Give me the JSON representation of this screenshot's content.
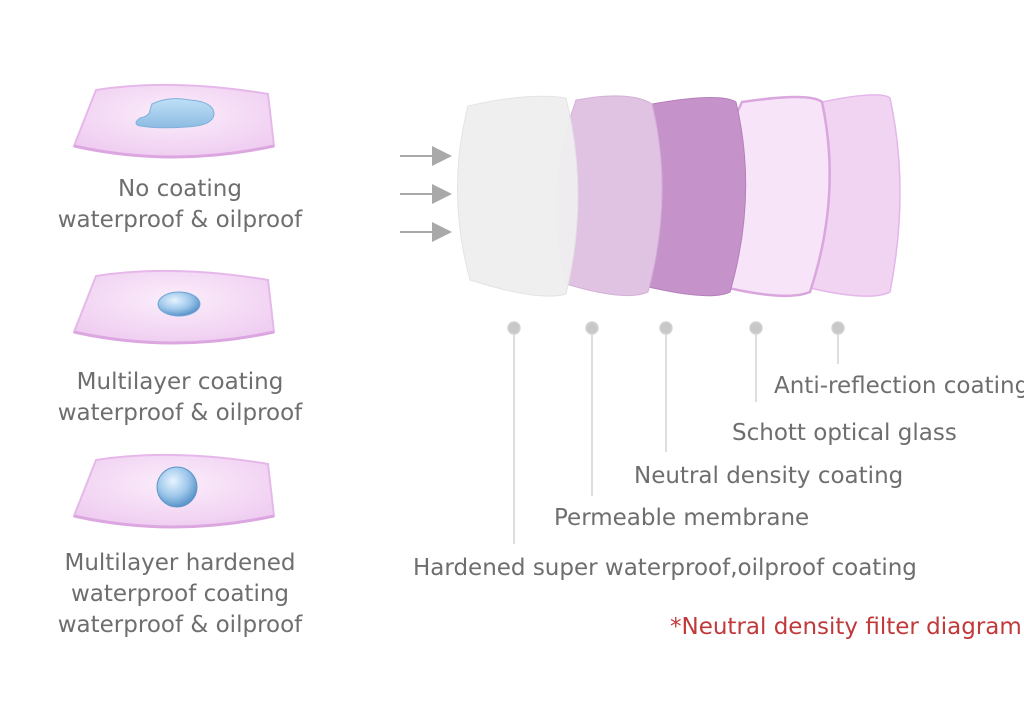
{
  "coating_examples": [
    {
      "icon": "water-puddle",
      "lines": [
        "No coating",
        "waterproof & oilproof"
      ]
    },
    {
      "icon": "water-droplet-small",
      "lines": [
        "Multilayer coating",
        "waterproof & oilproof"
      ]
    },
    {
      "icon": "water-bead",
      "lines": [
        "Multilayer hardened",
        "waterproof coating",
        "waterproof & oilproof"
      ]
    }
  ],
  "filter_layers": [
    "Anti-reflection coating",
    "Schott optical glass",
    "Neutral density coating",
    "Permeable membrane",
    "Hardened super waterproof,oilproof coating"
  ],
  "footnote": "*Neutral density filter diagram",
  "colors": {
    "text": "#6e6e6e",
    "footnote": "#c0393b",
    "lens_pink": "#f1d3f1",
    "lens_rim": "#d9a6dd",
    "layer_purple": "#c593c9",
    "arrow_gray": "#a9a9a9",
    "water_blue": "#9fc6e6"
  }
}
